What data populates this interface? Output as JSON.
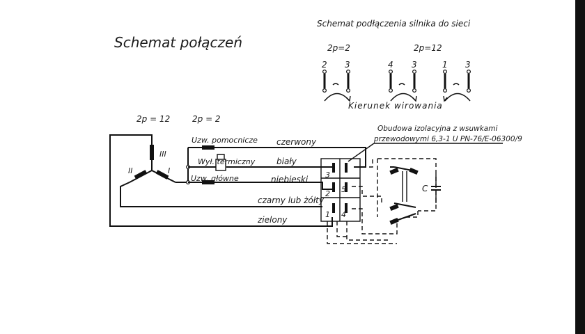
{
  "diagram": {
    "title": "Schemat połączeń",
    "network_title": "Schemat podłączenia silnika do sieci",
    "poles": {
      "two_pole": "2p=2",
      "twelve_pole": "2p=12",
      "left_twelve": "2p = 12",
      "left_two": "2p = 2"
    },
    "terminal_pairs": [
      {
        "left": "2",
        "right": "3"
      },
      {
        "left": "4",
        "right": "3"
      },
      {
        "left": "1",
        "right": "3"
      }
    ],
    "rotation_label": "Kierunek wirowania",
    "windings": {
      "w1": "I",
      "w2": "II",
      "w3": "III"
    },
    "components": {
      "aux_winding": "Uzw. pomocnicze",
      "thermal_switch": "Wył. termiczny",
      "main_winding": "Uzw. główne",
      "capacitor": "C"
    },
    "wires": {
      "red": "czerwony",
      "white": "biały",
      "blue": "niebieski",
      "black_yellow": "czarny lub żółty",
      "green": "zielony"
    },
    "terminals": {
      "t1": "1",
      "t2": "2",
      "t3": "3",
      "t4": "4",
      "t5": "5"
    },
    "housing_note": {
      "line1": "Obudowa izolacyjna z wsuwkami",
      "line2": "przewodowymi 6,3-1 U PN-76/E-06300/9"
    }
  }
}
